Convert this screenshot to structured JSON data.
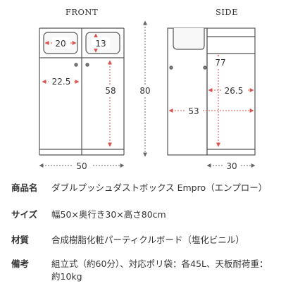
{
  "views": {
    "front_label": "FRONT",
    "side_label": "SIDE"
  },
  "front": {
    "upper_left_width": "20",
    "upper_right_height": "13",
    "lower_width": "22.5",
    "lower_height": "58",
    "total_height": "80",
    "total_width": "50"
  },
  "side": {
    "inner_height": "77",
    "inner_depth": "26.5",
    "total_height": "53",
    "total_depth": "30"
  },
  "colors": {
    "accent": "#d9534f",
    "line": "#555555"
  },
  "specs": [
    {
      "key": "商品名",
      "value": "ダブルプッシュダストボックス Empro（エンプロー）"
    },
    {
      "key": "サイズ",
      "value": "幅50×奥行き30×高さ80cm"
    },
    {
      "key": "材質",
      "value": "合成樹脂化粧パーティクルボード（塩化ビニル）"
    },
    {
      "key": "備考",
      "value_line1": "組立式（約60分）、対応ポリ袋：各45L、天板耐荷重：",
      "value_line2": "約10kg"
    }
  ]
}
